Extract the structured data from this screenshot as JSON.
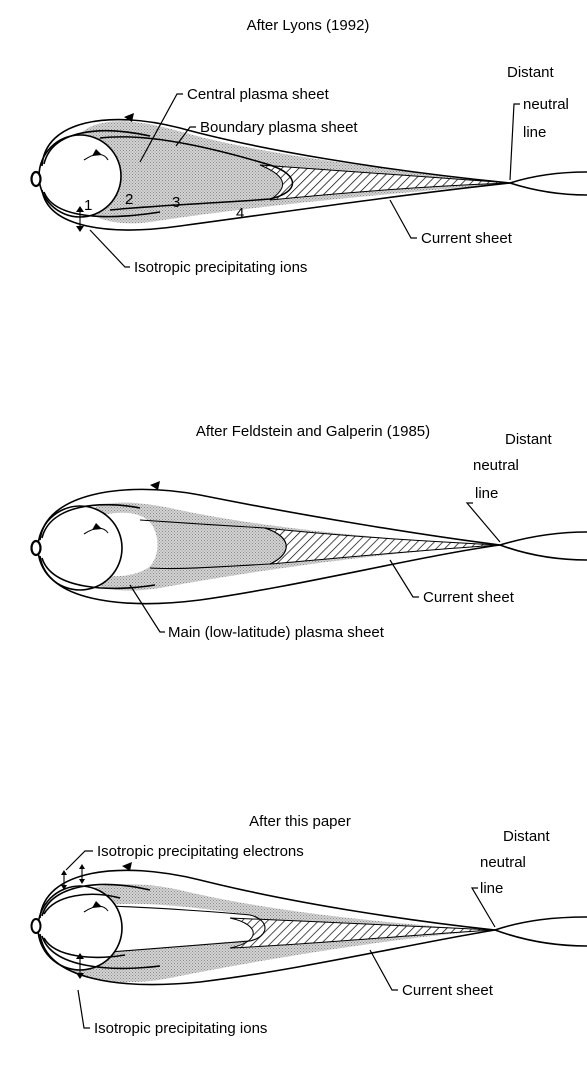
{
  "colors": {
    "ink": "#000000",
    "shade": "#c9c9c9",
    "background": "#ffffff"
  },
  "panel1": {
    "title": "After Lyons (1992)",
    "labels": {
      "central_plasma_sheet": "Central plasma sheet",
      "boundary_plasma_sheet": "Boundary plasma sheet",
      "distant_neutral_line": [
        "Distant",
        "neutral",
        "line"
      ],
      "current_sheet": "Current sheet",
      "isotropic_ions": "Isotropic precipitating ions",
      "field_lines": [
        "1",
        "2",
        "3",
        "4"
      ]
    }
  },
  "panel2": {
    "title": "After Feldstein and Galperin (1985)",
    "labels": {
      "distant_neutral_line": [
        "Distant",
        "neutral",
        "line"
      ],
      "current_sheet": "Current sheet",
      "main_plasma_sheet": "Main (low-latitude) plasma sheet"
    }
  },
  "panel3": {
    "title": "After this paper",
    "labels": {
      "isotropic_electrons": "Isotropic precipitating electrons",
      "distant_neutral_line": [
        "Distant",
        "neutral",
        "line"
      ],
      "current_sheet": "Current sheet",
      "isotropic_ions": "Isotropic precipitating ions"
    }
  }
}
